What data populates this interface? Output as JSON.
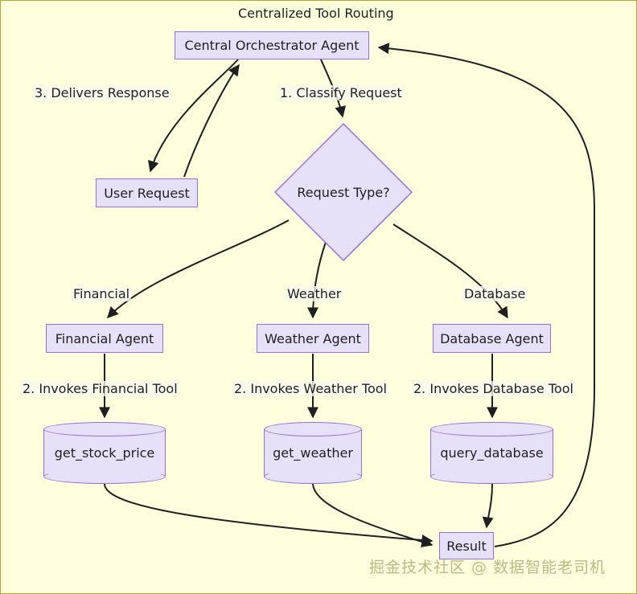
{
  "diagram": {
    "title": "Centralized Tool Routing",
    "background_color": "#ffffdd",
    "node_fill": "#e6e0f8",
    "node_stroke": "#9370db",
    "edge_color": "#1f1f22",
    "watermark": "掘金技术社区 @ 数据智能老司机"
  },
  "nodes": {
    "orchestrator": "Central Orchestrator Agent",
    "user_request": "User Request",
    "request_type": "Request Type?",
    "financial_agent": "Financial Agent",
    "weather_agent": "Weather Agent",
    "database_agent": "Database Agent",
    "get_stock_price": "get_stock_price",
    "get_weather": "get_weather",
    "query_database": "query_database",
    "result": "Result"
  },
  "edge_labels": {
    "deliver_response": "3. Delivers Response",
    "classify_request": "1. Classify Request",
    "branch_financial": "Financial",
    "branch_weather": "Weather",
    "branch_database": "Database",
    "invoke_financial": "2. Invokes Financial Tool",
    "invoke_weather": "2. Invokes Weather Tool",
    "invoke_database": "2. Invokes Database Tool"
  }
}
